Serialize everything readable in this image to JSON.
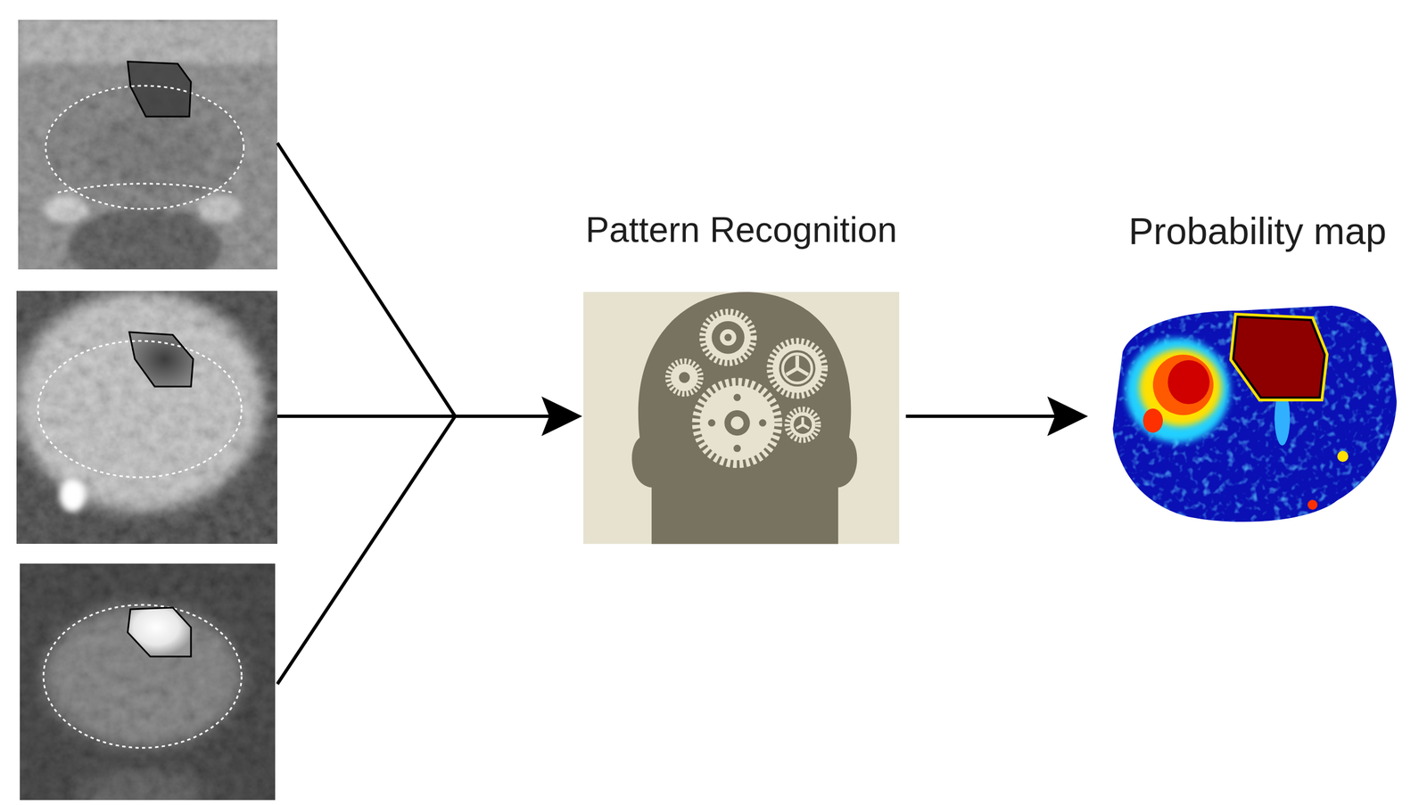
{
  "diagram": {
    "nodes": [
      {
        "text": [
          "Pattern Recognition"
        ]
      },
      {
        "text": [
          "Probability map"
        ]
      }
    ],
    "edges": [
      {
        "from": 0,
        "to": 1,
        "arrow": "to"
      }
    ]
  }
}
